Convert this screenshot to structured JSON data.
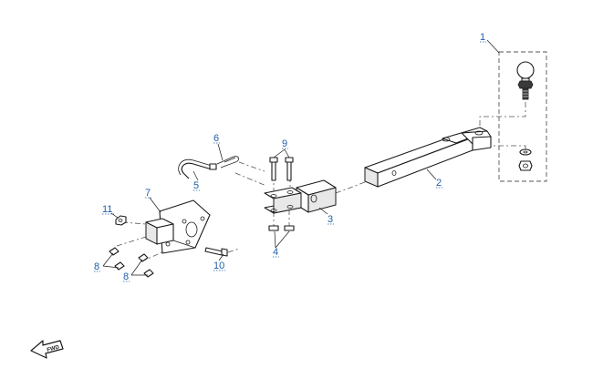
{
  "callouts": [
    {
      "id": "c1",
      "label": "1"
    },
    {
      "id": "c2",
      "label": "2"
    },
    {
      "id": "c3",
      "label": "3"
    },
    {
      "id": "c4",
      "label": "4"
    },
    {
      "id": "c5",
      "label": "5"
    },
    {
      "id": "c6",
      "label": "6"
    },
    {
      "id": "c7",
      "label": "7"
    },
    {
      "id": "c8a",
      "label": "8"
    },
    {
      "id": "c8b",
      "label": "8"
    },
    {
      "id": "c9",
      "label": "9"
    },
    {
      "id": "c10",
      "label": "10"
    },
    {
      "id": "c11",
      "label": "11"
    }
  ],
  "direction_marker": {
    "text": "FWD",
    "icon": "forward-arrow-icon"
  }
}
